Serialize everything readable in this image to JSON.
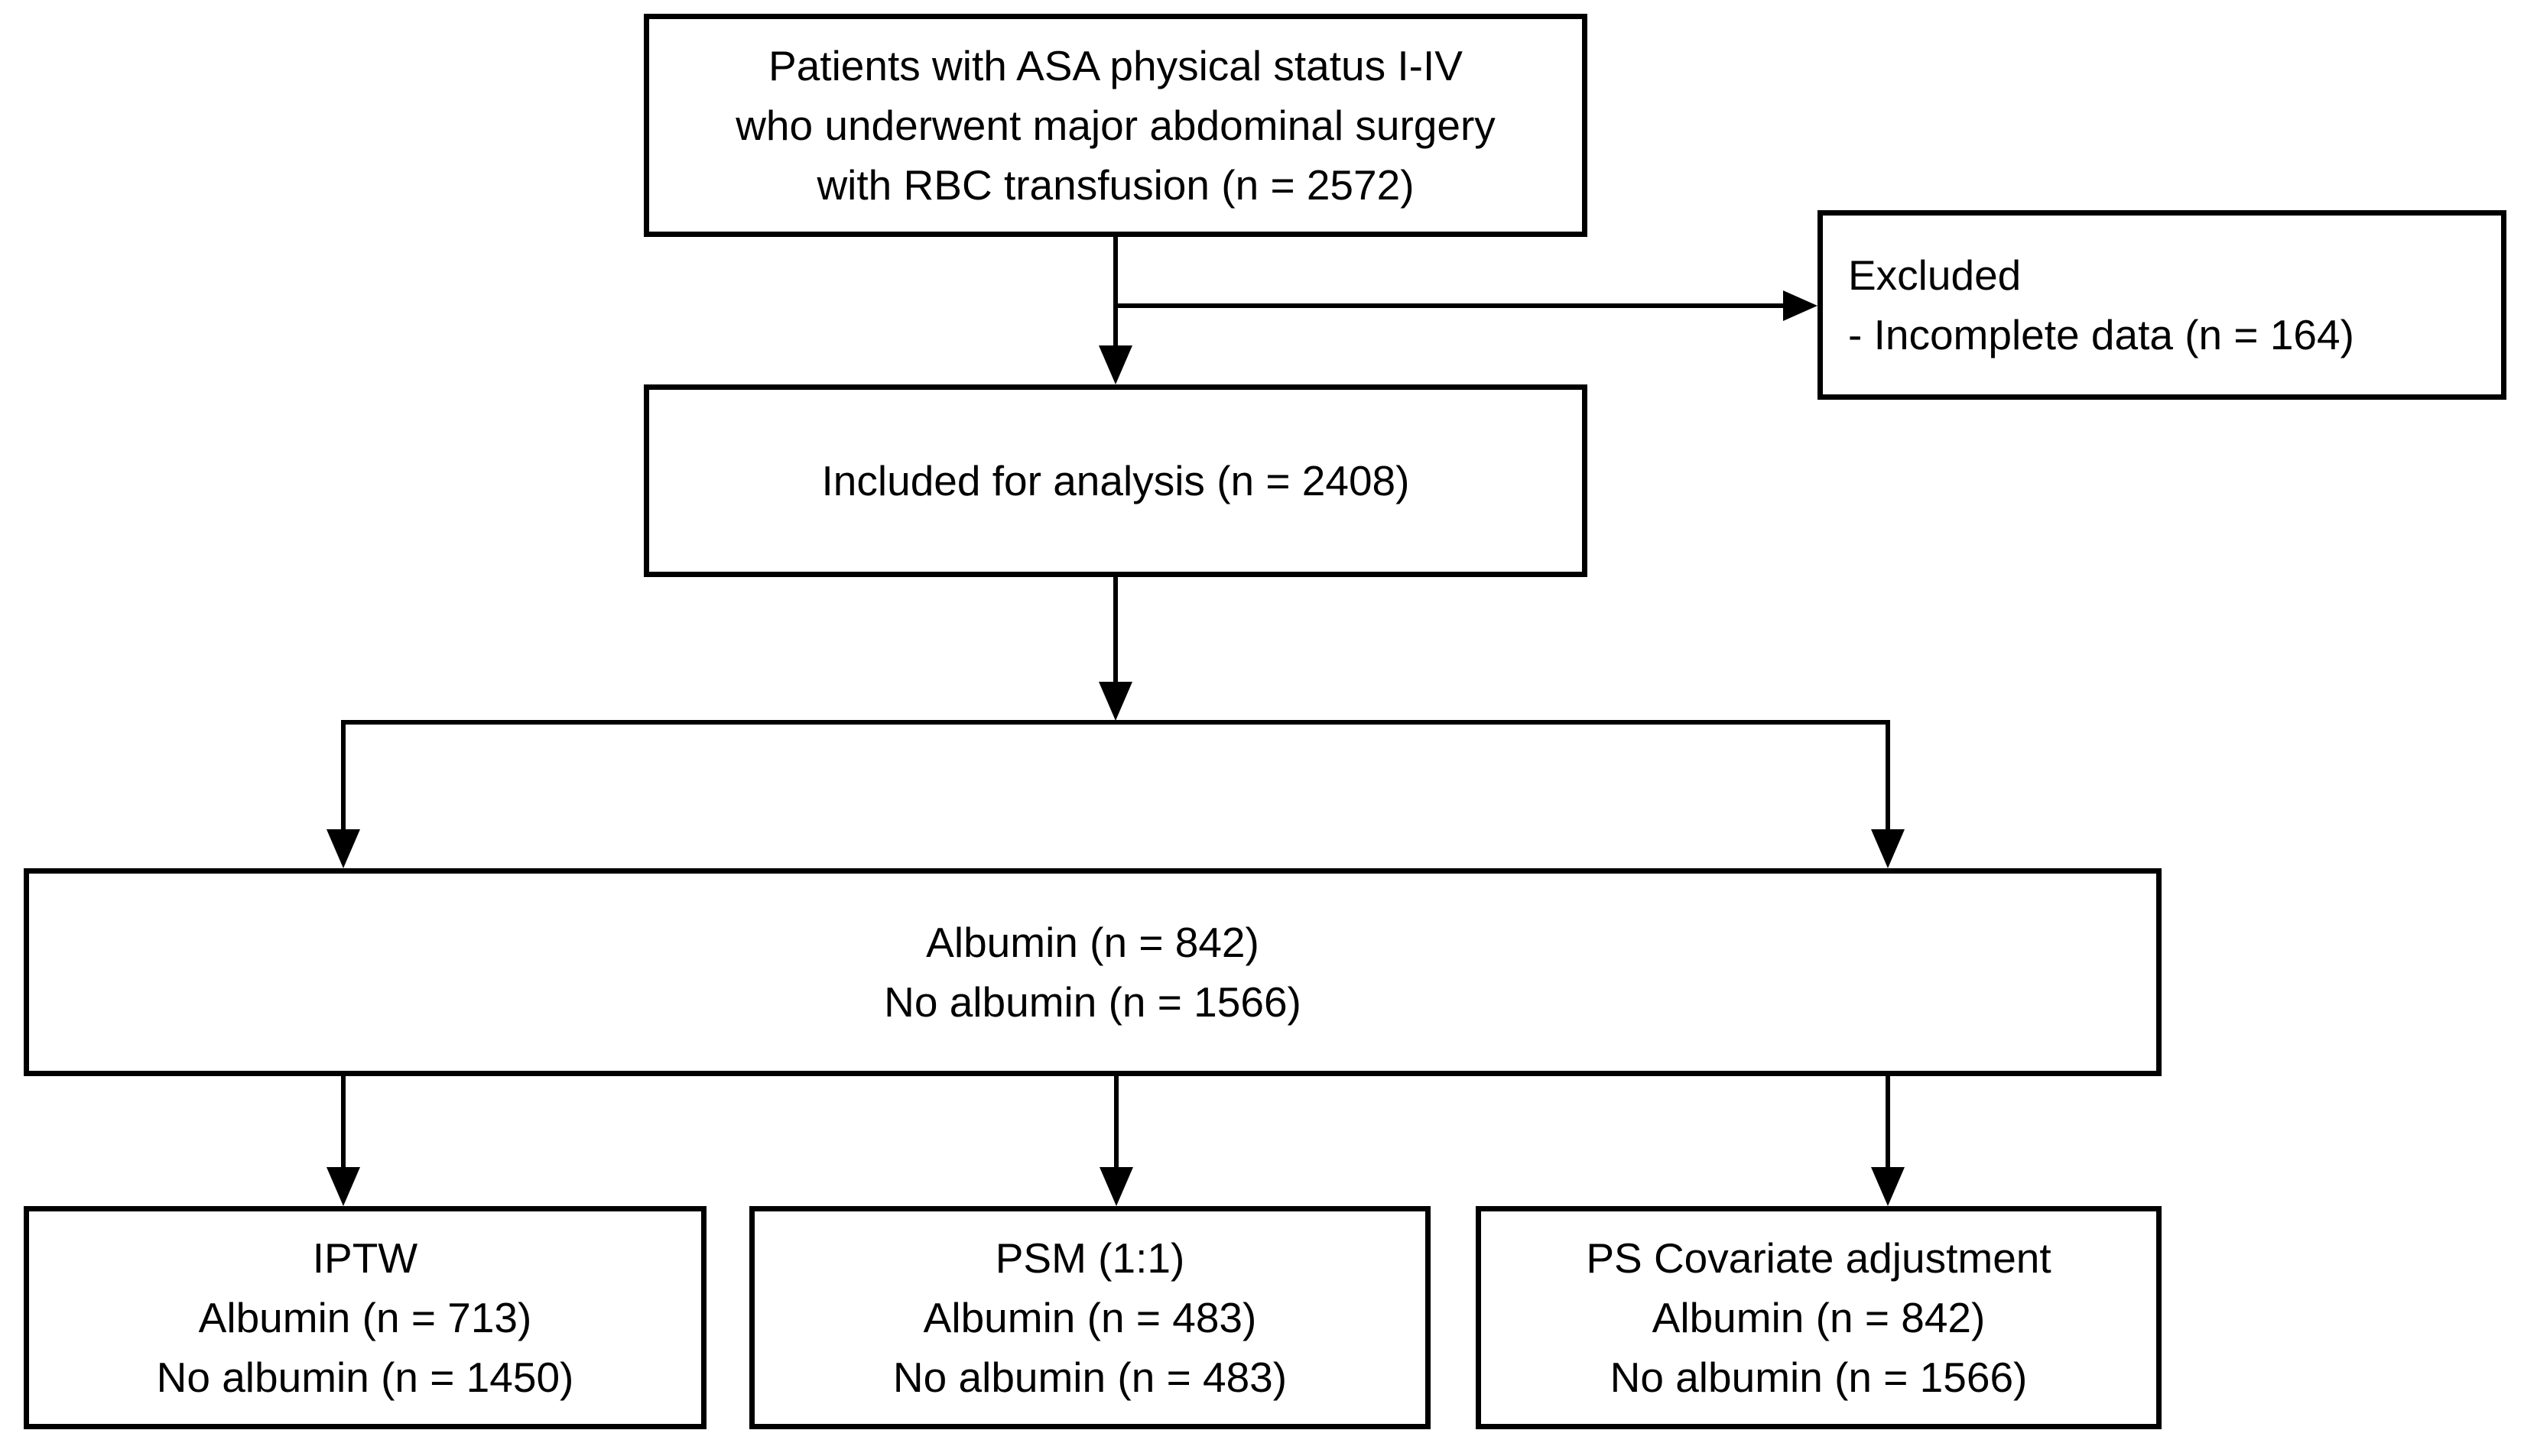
{
  "figure": {
    "type": "study-flow-diagram",
    "colors": {
      "line": "#000000",
      "background": "#ffffff",
      "text": "#000000"
    },
    "nodes": {
      "eligible": {
        "lines": [
          "Patients with ASA physical status I-IV",
          "who underwent major abdominal surgery",
          "with RBC transfusion (n = 2572)"
        ]
      },
      "excluded": {
        "lines": [
          "Excluded",
          "- Incomplete data (n = 164)"
        ]
      },
      "included": {
        "lines": [
          "Included for analysis (n = 2408)"
        ]
      },
      "groups": {
        "lines": [
          "Albumin (n = 842)",
          "No albumin (n = 1566)"
        ]
      },
      "iptw": {
        "lines": [
          "IPTW",
          "Albumin (n = 713)",
          "No albumin (n = 1450)"
        ]
      },
      "psm": {
        "lines": [
          "PSM (1:1)",
          "Albumin (n = 483)",
          "No albumin (n = 483)"
        ]
      },
      "ps_covariate": {
        "lines": [
          "PS Covariate adjustment",
          "Albumin (n = 842)",
          "No albumin (n = 1566)"
        ]
      }
    }
  }
}
